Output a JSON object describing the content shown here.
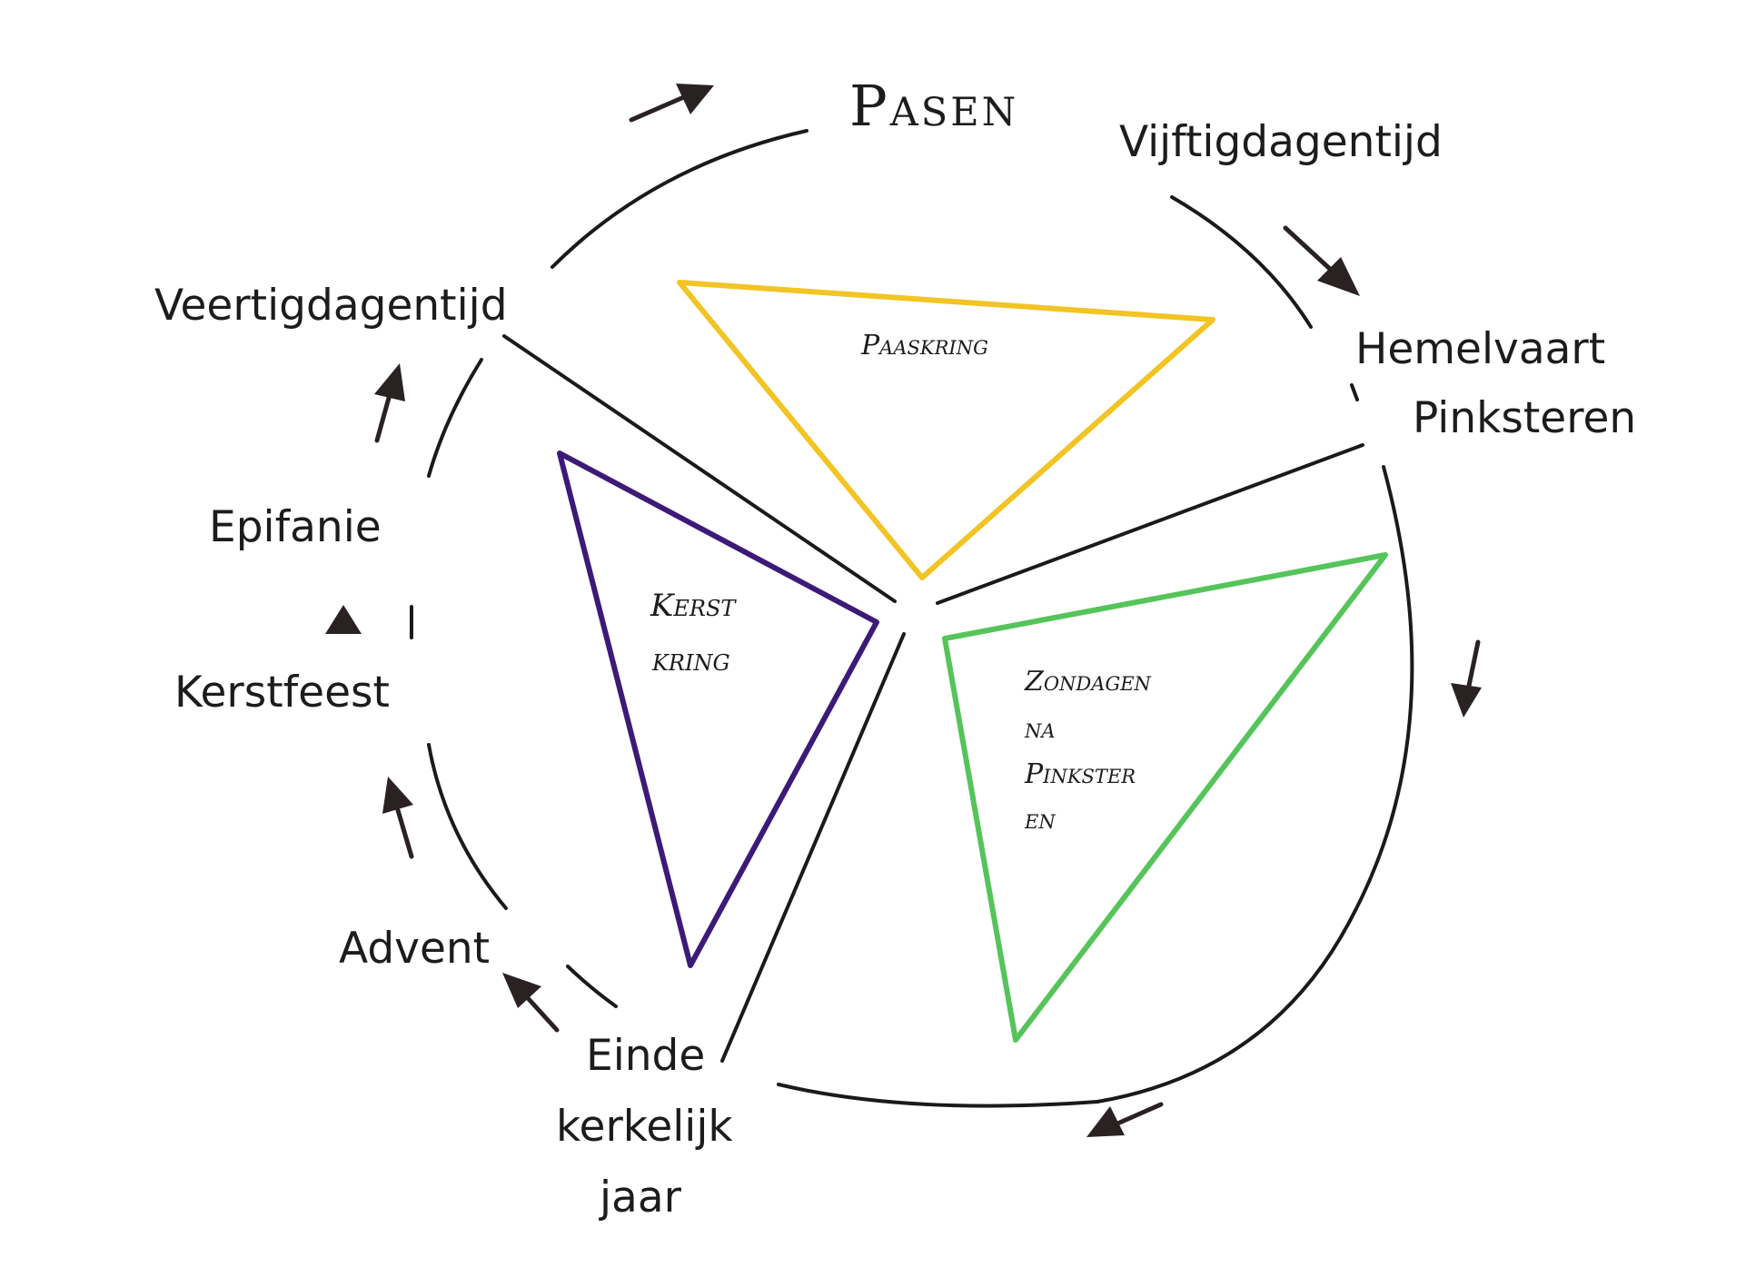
{
  "colors": {
    "paaskring": "#f2c424",
    "kerstkring": "#3d1a78",
    "zondagen": "#55c45a",
    "line": "#1a1a1a",
    "arrow": "#2a2222"
  },
  "labels": {
    "pasen": "Pasen",
    "vijftigdagentijd": "Vijftigdagentijd",
    "hemelvaart": "Hemelvaart",
    "pinksteren": "Pinksteren",
    "veertigdagentijd": "Veertigdagentijd",
    "epifanie": "Epifanie",
    "kerstfeest": "Kerstfeest",
    "advent": "Advent",
    "einde": [
      "Einde",
      "kerkelijk",
      "jaar"
    ]
  },
  "triangles": {
    "paaskring": "Paaskring",
    "kerstkring": [
      "Kerst",
      "kring"
    ],
    "zondagen": [
      "Zondagen",
      "na",
      "Pinkster",
      "en"
    ]
  },
  "icons": {
    "arrow": "arrow-icon",
    "arrowhead": "arrowhead-icon"
  }
}
